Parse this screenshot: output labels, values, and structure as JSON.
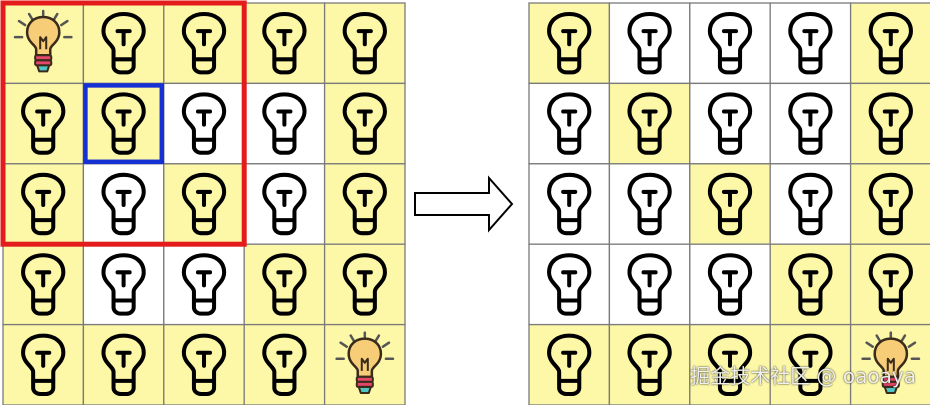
{
  "colors": {
    "lit": "#fdf8a7",
    "off": "#ffffff",
    "grid_line": "#7a7a7a",
    "bulb_stroke": "#000000",
    "selection_3x3": "#e31b1b",
    "selection_cell": "#1631d3",
    "arrow_stroke": "#000000",
    "arrow_fill": "#ffffff"
  },
  "icons": {
    "bulb": "lightbulb-outline-icon",
    "special": "lit-lightbulb-icon"
  },
  "grids": [
    {
      "id": "before",
      "rows": 5,
      "cols": 5,
      "cells": [
        [
          "lit",
          "lit",
          "lit",
          "lit",
          "lit"
        ],
        [
          "lit",
          "lit",
          "off",
          "off",
          "lit"
        ],
        [
          "lit",
          "off",
          "lit",
          "off",
          "lit"
        ],
        [
          "lit",
          "off",
          "off",
          "lit",
          "lit"
        ],
        [
          "lit",
          "lit",
          "lit",
          "lit",
          "lit"
        ]
      ],
      "special_cells": [
        [
          0,
          0
        ],
        [
          4,
          4
        ]
      ],
      "selection_block": {
        "row": 0,
        "col": 0,
        "rows": 3,
        "cols": 3
      },
      "selected_cell": {
        "row": 1,
        "col": 1
      }
    },
    {
      "id": "after",
      "rows": 5,
      "cols": 5,
      "cells": [
        [
          "lit",
          "off",
          "off",
          "off",
          "lit"
        ],
        [
          "off",
          "lit",
          "off",
          "off",
          "lit"
        ],
        [
          "off",
          "off",
          "lit",
          "off",
          "lit"
        ],
        [
          "off",
          "off",
          "off",
          "lit",
          "lit"
        ],
        [
          "lit",
          "lit",
          "lit",
          "lit",
          "lit"
        ]
      ],
      "special_cells": [
        [
          4,
          4
        ]
      ]
    }
  ],
  "watermark": "掘金技术社区 @ oaoaya"
}
